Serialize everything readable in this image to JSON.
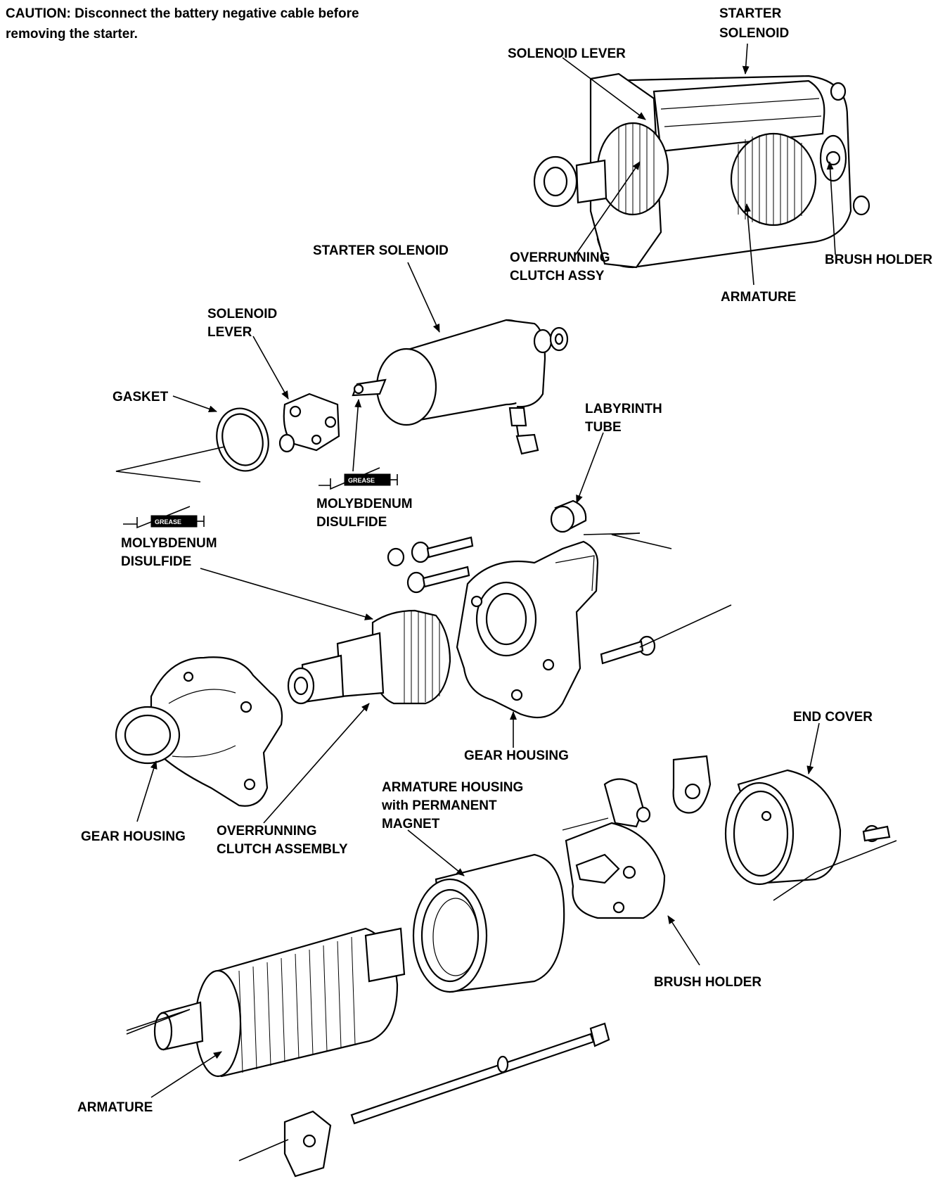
{
  "caution": {
    "line1": "CAUTION:  Disconnect the battery negative cable before",
    "line2": "removing the starter."
  },
  "labels": {
    "starter_solenoid_top_1": "STARTER",
    "starter_solenoid_top_2": "SOLENOID",
    "solenoid_lever_top": "SOLENOID LEVER",
    "overrunning_clutch_assy_1": "OVERRUNNING",
    "overrunning_clutch_assy_2": "CLUTCH ASSY",
    "brush_holder_top": "BRUSH HOLDER",
    "armature_top": "ARMATURE",
    "starter_solenoid_mid": "STARTER SOLENOID",
    "solenoid_lever_mid_1": "SOLENOID",
    "solenoid_lever_mid_2": "LEVER",
    "gasket": "GASKET",
    "labyrinth_tube_1": "LABYRINTH",
    "labyrinth_tube_2": "TUBE",
    "moly_a_1": "MOLYBDENUM",
    "moly_a_2": "DISULFIDE",
    "moly_b_1": "MOLYBDENUM",
    "moly_b_2": "DISULFIDE",
    "grease_a": "GREASE",
    "grease_b": "GREASE",
    "gear_housing_mid": "GEAR HOUSING",
    "end_cover": "END COVER",
    "gear_housing_left": "GEAR HOUSING",
    "overrunning_clutch_assembly_1": "OVERRUNNING",
    "overrunning_clutch_assembly_2": "CLUTCH ASSEMBLY",
    "armature_housing_1": "ARMATURE HOUSING",
    "armature_housing_2": "with PERMANENT",
    "armature_housing_3": "MAGNET",
    "brush_holder_bottom": "BRUSH HOLDER",
    "armature_bottom": "ARMATURE"
  }
}
